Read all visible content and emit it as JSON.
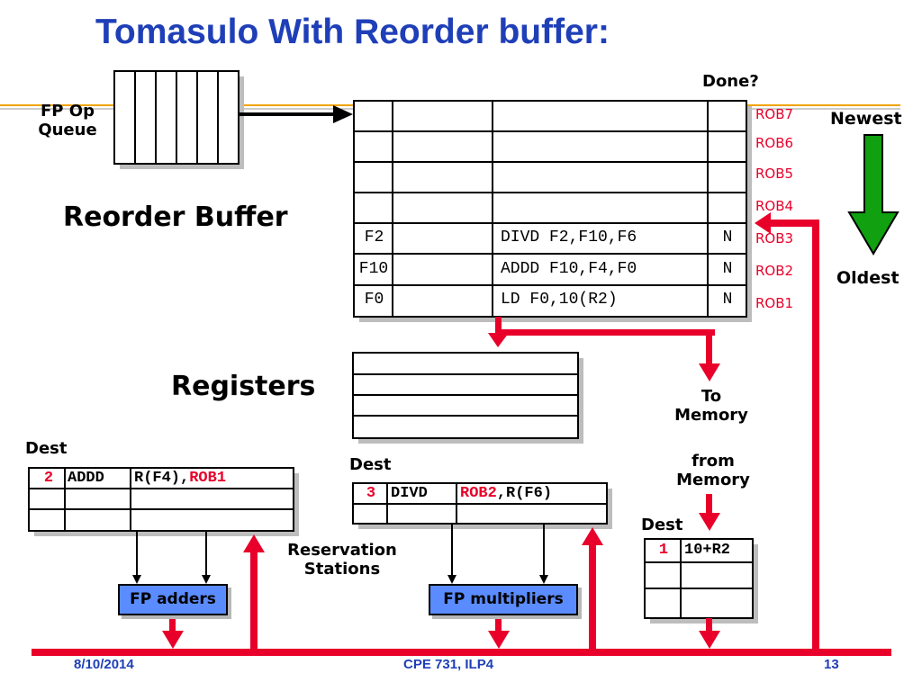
{
  "title": "Tomasulo With Reorder buffer:",
  "labels": {
    "fp_op_queue_line1": "FP Op",
    "fp_op_queue_line2": "Queue",
    "done": "Done?",
    "reorder_buffer": "Reorder Buffer",
    "newest": "Newest",
    "oldest": "Oldest",
    "registers": "Registers",
    "to_memory_line1": "To",
    "to_memory_line2": "Memory",
    "from_memory_line1": "from",
    "from_memory_line2": "Memory",
    "dest_adders": "Dest",
    "dest_mult": "Dest",
    "dest_mem": "Dest",
    "reservation_line1": "Reservation",
    "reservation_line2": "Stations",
    "fp_adders": "FP adders",
    "fp_multipliers": "FP multipliers"
  },
  "rob": {
    "ids": [
      "ROB7",
      "ROB6",
      "ROB5",
      "ROB4",
      "ROB3",
      "ROB2",
      "ROB1"
    ],
    "rows": [
      {
        "dest": "",
        "instr": "",
        "done": ""
      },
      {
        "dest": "",
        "instr": "",
        "done": ""
      },
      {
        "dest": "",
        "instr": "",
        "done": ""
      },
      {
        "dest": "",
        "instr": "",
        "done": ""
      },
      {
        "dest": "F2",
        "instr": "DIVD F2,F10,F6",
        "done": "N"
      },
      {
        "dest": "F10",
        "instr": "ADDD F10,F4,F0",
        "done": "N"
      },
      {
        "dest": "F0",
        "instr": "LD F0,10(R2)",
        "done": "N"
      }
    ]
  },
  "rs_adders": {
    "dest": "2",
    "op": "ADDD",
    "src1": "R(F4),",
    "src2": "ROB1"
  },
  "rs_mult": {
    "dest": "3",
    "op": "DIVD",
    "src1": "ROB2",
    "src2": ",R(F6)"
  },
  "mem_buffer": {
    "dest": "1",
    "addr": "10+R2"
  },
  "footer": {
    "date": "8/10/2014",
    "course": "CPE 731, ILP4",
    "page": "13"
  },
  "colors": {
    "title": "#1f3fb8",
    "bus": "#e8002a",
    "unit_fill": "#5b8cff",
    "arrow_green": "#10a010",
    "orange_line": "#f0a400"
  }
}
